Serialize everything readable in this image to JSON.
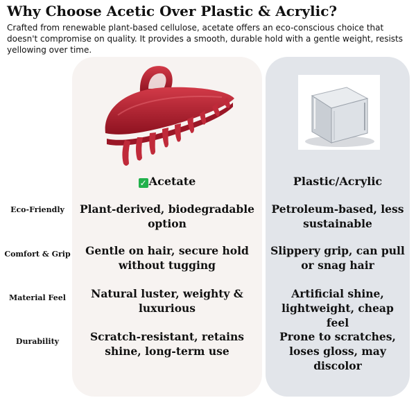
{
  "heading": "Why Choose Acetic Over Plastic & Acrylic?",
  "intro": "Crafted from renewable plant-based cellulose, acetate offers an eco-conscious choice that doesn't compromise on quality. It provides a smooth, durable hold with a gentle weight, resists yellowing over time.",
  "columns": {
    "acetate": {
      "label": "Acetate",
      "icon": "check-mark-icon",
      "color": "#f7f3f1"
    },
    "plastic": {
      "label": "Plastic/Acrylic",
      "color": "#e2e5ea"
    }
  },
  "rows": [
    {
      "label": "Eco-Friendly",
      "acetate": "Plant-derived, biodegradable option",
      "plastic": "Petroleum-based, less sustainable"
    },
    {
      "label": "Comfort & Grip",
      "acetate": "Gentle on hair, secure hold without tugging",
      "plastic": "Slippery grip, can pull or snag hair"
    },
    {
      "label": "Material Feel",
      "acetate": "Natural luster, weighty & luxurious",
      "plastic": "Artificial shine, lightweight, cheap feel"
    },
    {
      "label": "Durability",
      "acetate": "Scratch-resistant, retains shine, long-term use",
      "plastic": "Prone to scratches, loses gloss, may discolor"
    }
  ],
  "colors": {
    "claw_red": "#b01c2e",
    "check_green": "#22b14c"
  }
}
